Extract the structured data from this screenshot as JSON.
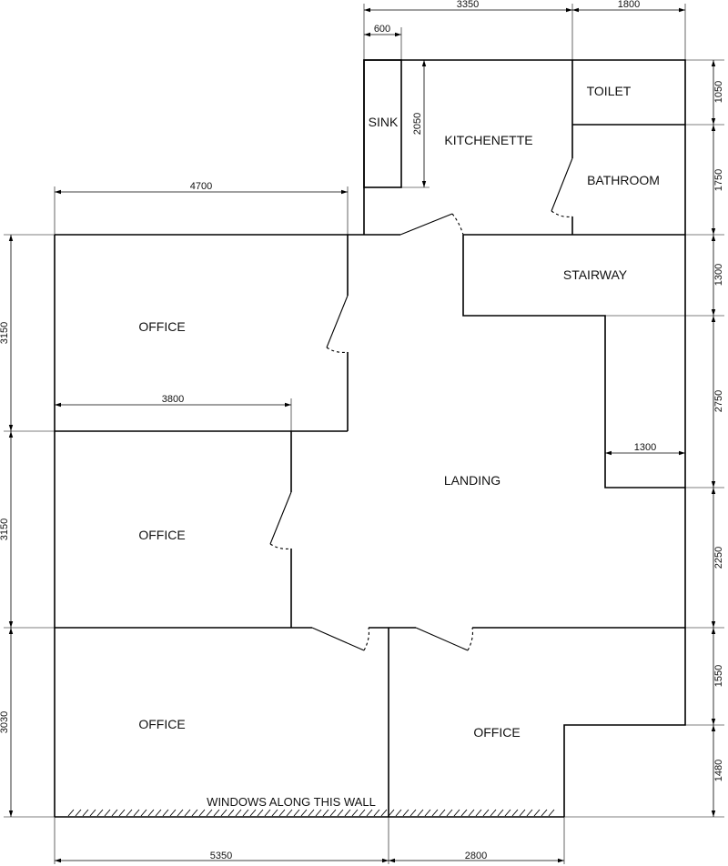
{
  "rooms": {
    "sink": "SINK",
    "kitchenette": "KITCHENETTE",
    "toilet": "TOILET",
    "bathroom": "BATHROOM",
    "stairway": "STAIRWAY",
    "office_top_left": "OFFICE",
    "office_mid_left": "OFFICE",
    "office_bottom_left": "OFFICE",
    "office_bottom_right": "OFFICE",
    "landing": "LANDING"
  },
  "notes": {
    "windows": "WINDOWS ALONG THIS WALL"
  },
  "dimensions": {
    "top_3350": "3350",
    "top_1800": "1800",
    "sink_600": "600",
    "kitchen_2050": "2050",
    "office_4700": "4700",
    "office_3800": "3800",
    "stair_1300": "1300",
    "left_3150_top": "3150",
    "left_3150_mid": "3150",
    "left_3030": "3030",
    "right_1050": "1050",
    "right_1750": "1750",
    "right_1300": "1300",
    "right_2750": "2750",
    "right_2250": "2250",
    "right_1550": "1550",
    "right_1480": "1480",
    "bottom_5350": "5350",
    "bottom_2800": "2800"
  }
}
